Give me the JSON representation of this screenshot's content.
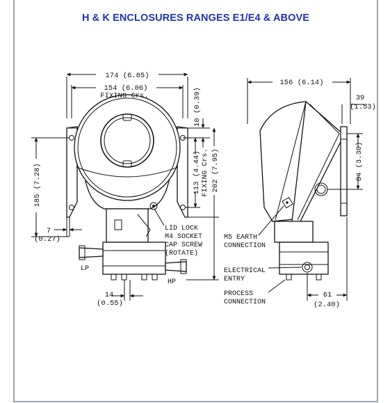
{
  "title": "H & K ENCLOSURES RANGES E1/E4 & ABOVE",
  "front_view": {
    "overall_width": "174  (6.85)",
    "fixing_width": "154  (6.06)",
    "fixing_width_unit": "FIXING  Crs.",
    "top_offset": "10  (0.39)",
    "height_left": "185  (7.28)",
    "fixing_height": "113  (4.44)",
    "fixing_height_unit": "FIXING  Crs.",
    "overall_height": "202  (7.95)",
    "base_offset_a": "7",
    "base_offset_b": "(0.27)",
    "port_offset_a": "14",
    "port_offset_b": "(0.55)",
    "lp_label": "LP",
    "hp_label": "HP",
    "lid_lock": [
      "LID  LOCK",
      "M4  SOCKET",
      "CAP  SCREW",
      "(ROTATE)"
    ]
  },
  "side_view": {
    "depth": "156  (6.14)",
    "lid_depth_a": "39",
    "lid_depth_b": "(1.53)",
    "boss_height": "84  (3.30)",
    "base_depth_a": "61",
    "base_depth_b": "(2.40)",
    "earth": [
      "M5  EARTH",
      "CONNECTION"
    ],
    "entry": [
      "ELECTRICAL",
      "ENTRY"
    ],
    "process": [
      "PROCESS",
      "CONNECTION"
    ]
  }
}
